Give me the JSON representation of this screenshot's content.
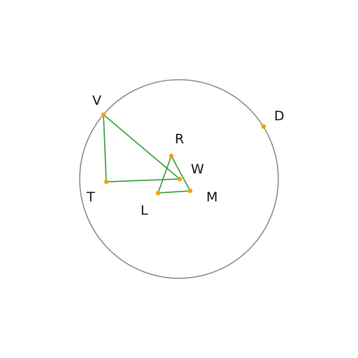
{
  "colors": {
    "circle": "#8a8a8a",
    "triangle": "#2e9a2e",
    "point": "#f5a000",
    "label": "#111111"
  },
  "points": [
    {
      "id": "V",
      "label": "V"
    },
    {
      "id": "T",
      "label": "T"
    },
    {
      "id": "W",
      "label": "W"
    },
    {
      "id": "R",
      "label": "R"
    },
    {
      "id": "L",
      "label": "L"
    },
    {
      "id": "M",
      "label": "M"
    },
    {
      "id": "D",
      "label": "D"
    }
  ],
  "triangles": [
    [
      "V",
      "T",
      "W"
    ],
    [
      "R",
      "L",
      "M"
    ]
  ]
}
